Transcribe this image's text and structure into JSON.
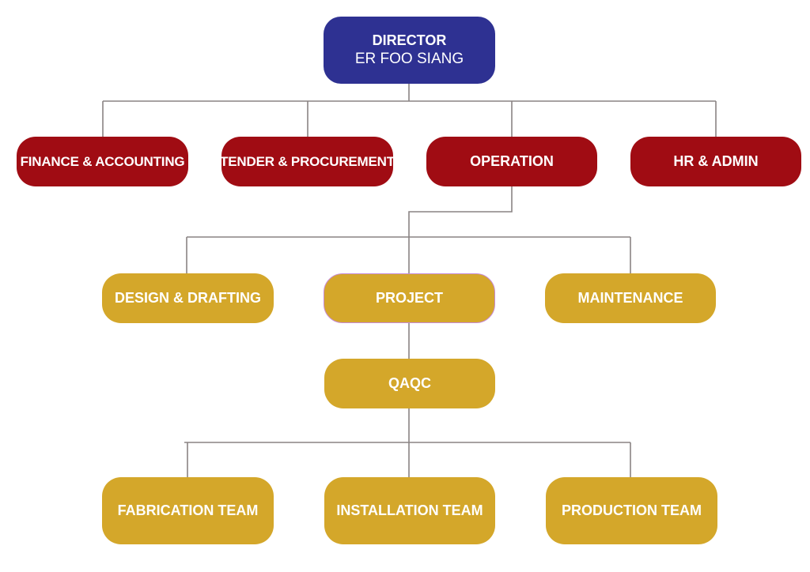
{
  "director": {
    "title": "DIRECTOR",
    "name": "ER FOO SIANG"
  },
  "departments": {
    "finance": "FINANCE & ACCOUNTING",
    "tender": "TENDER & PROCUREMENT",
    "operation": "OPERATION",
    "hr": "HR & ADMIN"
  },
  "operation_units": {
    "design": "DESIGN & DRAFTING",
    "project": "PROJECT",
    "maintenance": "MAINTENANCE"
  },
  "qaqc": "QAQC",
  "teams": {
    "fabrication": "FABRICATION TEAM",
    "installation": "INSTALLATION TEAM",
    "production": "PRODUCTION TEAM"
  },
  "colors": {
    "director": "#2e3192",
    "department": "#a00c13",
    "unit": "#d4a72a",
    "connector": "#8a8484"
  }
}
